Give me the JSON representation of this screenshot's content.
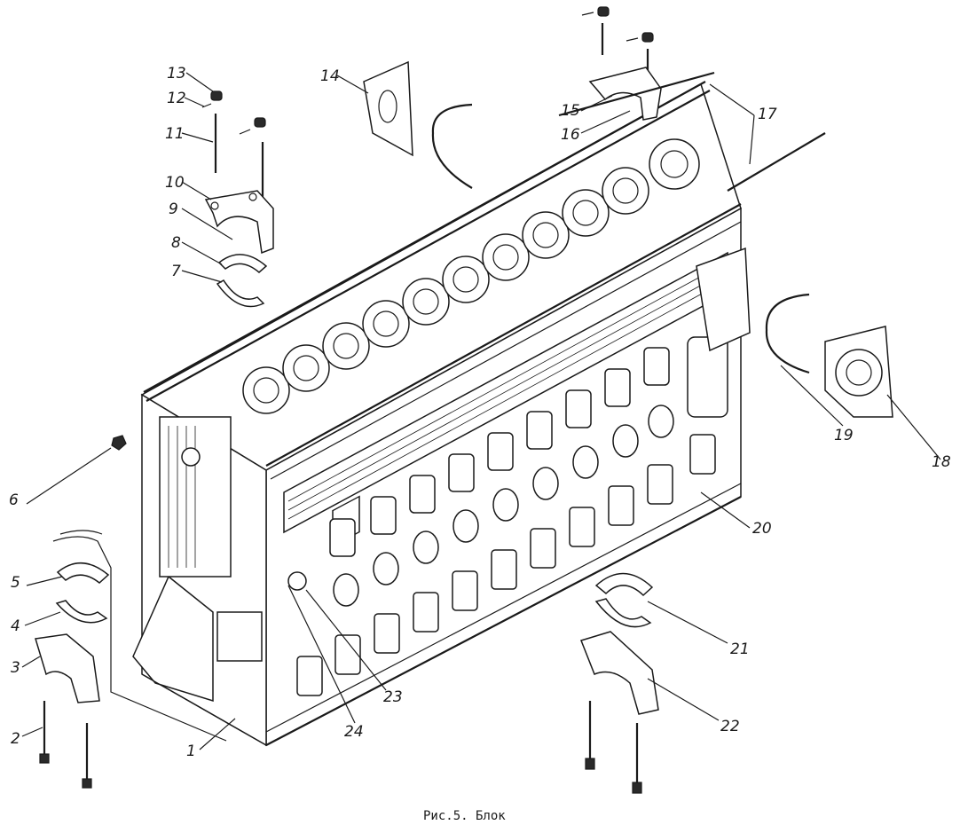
{
  "caption": "Рис.5. Блок",
  "callouts": [
    {
      "n": "1"
    },
    {
      "n": "2"
    },
    {
      "n": "3"
    },
    {
      "n": "4"
    },
    {
      "n": "5"
    },
    {
      "n": "6"
    },
    {
      "n": "7"
    },
    {
      "n": "8"
    },
    {
      "n": "9"
    },
    {
      "n": "10"
    },
    {
      "n": "11"
    },
    {
      "n": "12"
    },
    {
      "n": "13"
    },
    {
      "n": "14"
    },
    {
      "n": "15"
    },
    {
      "n": "16"
    },
    {
      "n": "17"
    },
    {
      "n": "18"
    },
    {
      "n": "19"
    },
    {
      "n": "20"
    },
    {
      "n": "21"
    },
    {
      "n": "22"
    },
    {
      "n": "23"
    },
    {
      "n": "24"
    }
  ]
}
